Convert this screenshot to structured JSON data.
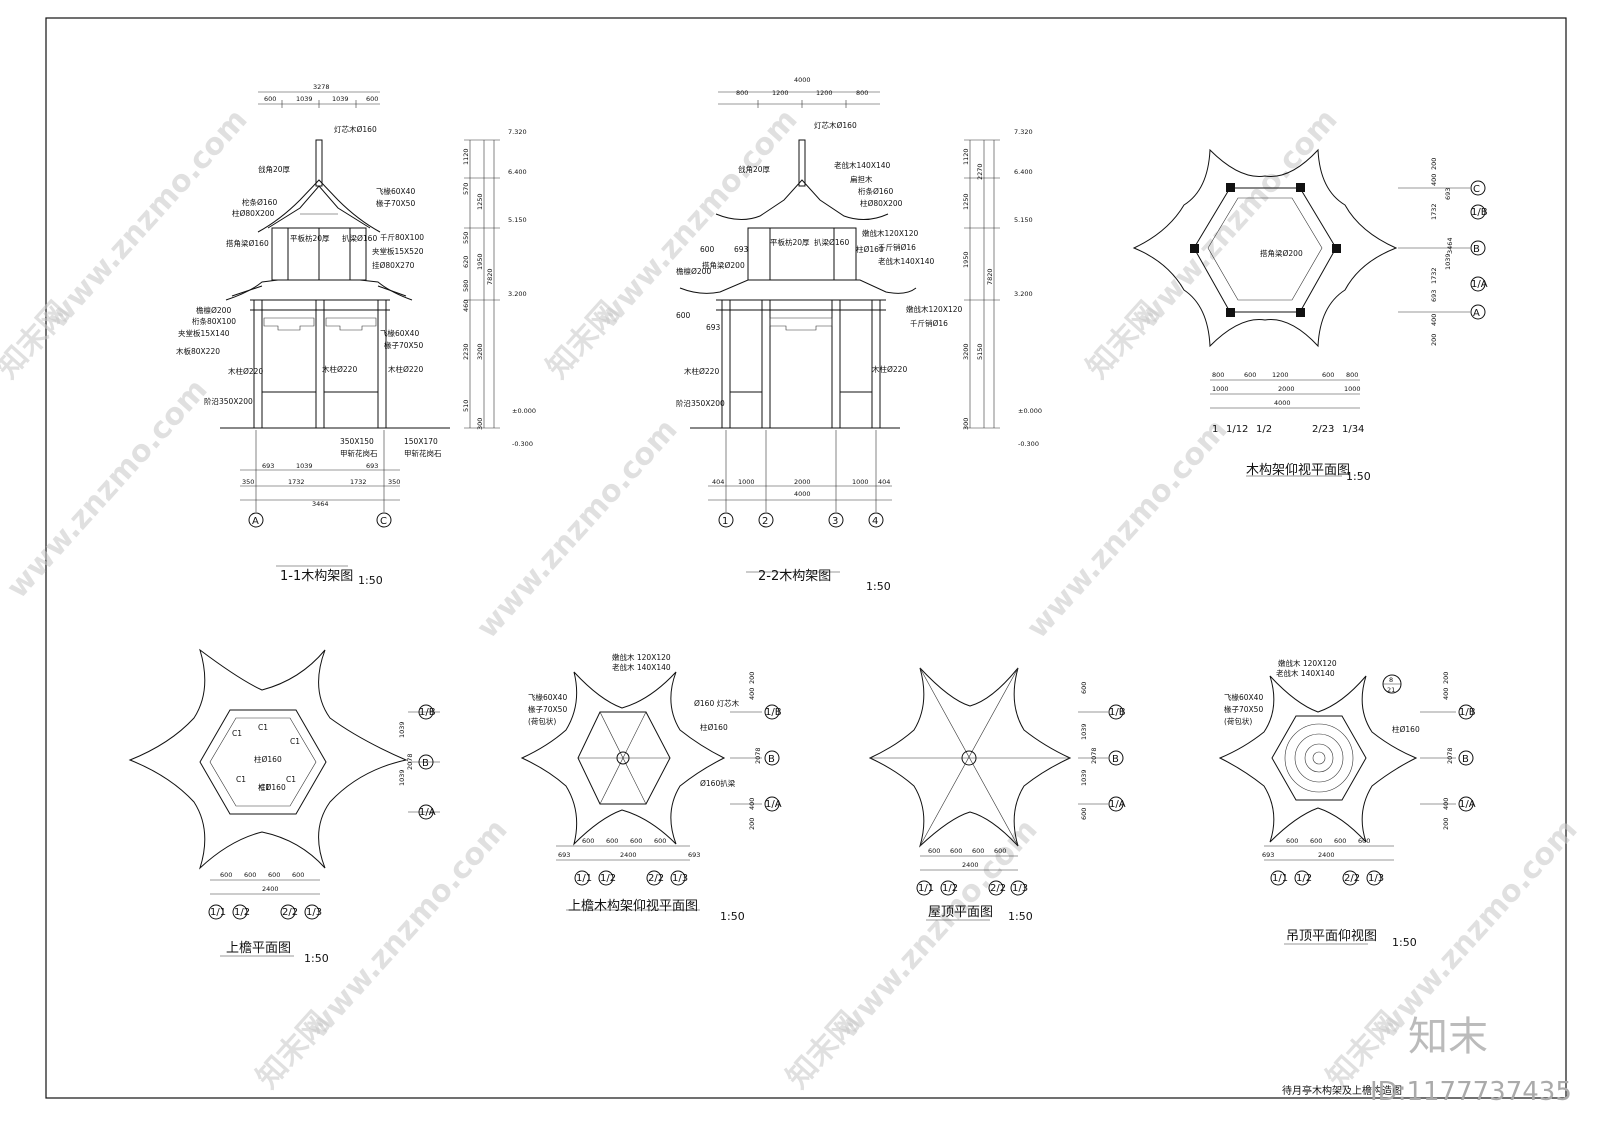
{
  "sheet_title": "待月亭木构架及上檐构造图",
  "watermark": {
    "brand_cn": "知末网",
    "site": "www.znzmo.com",
    "logo": "知末",
    "id": "ID:1177737435"
  },
  "drawings": {
    "s11": {
      "title": "1-1木构架图",
      "scale": "1:50",
      "top_dims": [
        "3278",
        "600",
        "1039",
        "1039",
        "600"
      ],
      "bottom_dims": [
        "693",
        "1039",
        "693",
        "350",
        "1732",
        "1732",
        "350",
        "3464"
      ],
      "right_dims": [
        "1120",
        "570",
        "1250",
        "550",
        "1950",
        "620",
        "580",
        "460",
        "7820",
        "2230",
        "3200",
        "510",
        "300"
      ],
      "levels": [
        "7.320",
        "6.400",
        "5.150",
        "3.200",
        "±0.000",
        "-0.300"
      ],
      "grid": [
        "A",
        "C"
      ],
      "labels": [
        "灯芯木Ø160",
        "戗角20厚",
        "飞椽60X40",
        "椽子70X50",
        "柁条Ø160",
        "柱Ø80X200",
        "平板枋20厚",
        "扒梁Ø160",
        "搭角梁Ø160",
        "千斤80X100",
        "夹堂板15X520",
        "檐檩Ø200",
        "挂Ø80X270",
        "桁条80X100",
        "夹堂板15X140",
        "木板80X220",
        "飞椽60X40",
        "椽子70X50",
        "木柱Ø220",
        "木柱Ø220",
        "木柱Ø220",
        "阶沿350X200",
        "350X150",
        "甲斩花岗石",
        "150X170",
        "甲斩花岗石"
      ]
    },
    "s22": {
      "title": "2-2木构架图",
      "scale": "1:50",
      "top_dims": [
        "4000",
        "800",
        "1200",
        "1200",
        "800"
      ],
      "bottom_dims": [
        "404",
        "1000",
        "2000",
        "1000",
        "404",
        "4000"
      ],
      "right_dims": [
        "1120",
        "2270",
        "1250",
        "1950",
        "7820",
        "5150",
        "3200",
        "300"
      ],
      "levels": [
        "7.320",
        "6.400",
        "5.150",
        "3.200",
        "±0.000",
        "-0.300"
      ],
      "grid": [
        "1",
        "2",
        "3",
        "4"
      ],
      "labels": [
        "灯芯木Ø160",
        "戗角20厚",
        "老戗木140X140",
        "桁条Ø160",
        "扁担木",
        "柱Ø80X200",
        "平板枋20厚",
        "扒梁Ø160",
        "嫩戗木120X120",
        "搭角梁Ø200",
        "柱Ø160",
        "千斤销Ø16",
        "檐檩Ø200",
        "老戗木140X140",
        "嫩戗木120X120",
        "千斤销Ø16",
        "木柱Ø220",
        "木柱Ø220",
        "阶沿350X200",
        "600",
        "693",
        "600",
        "693"
      ]
    },
    "plan_frame": {
      "title": "木构架仰视平面图",
      "scale": "1:50",
      "bottom_dims": [
        "800",
        "600",
        "1200",
        "600",
        "800",
        "1000",
        "2000",
        "1000",
        "4000"
      ],
      "right_dims": [
        "200",
        "400",
        "693",
        "1732",
        "3464",
        "1039",
        "1732",
        "693",
        "400",
        "200"
      ],
      "grid_right": [
        "C",
        "1/B",
        "B",
        "1/A",
        "A"
      ],
      "grid_bottom": [
        "1",
        "1/1",
        "2",
        "1/2",
        "2/2",
        "3",
        "1/3",
        "4"
      ],
      "labels": [
        "搭角梁Ø200"
      ]
    },
    "plan_upper": {
      "title": "上檐平面图",
      "scale": "1:50",
      "bottom_dims": [
        "600",
        "600",
        "600",
        "600",
        "2400"
      ],
      "right_dims": [
        "1039",
        "2078",
        "1039"
      ],
      "grid_right": [
        "1/B",
        "B",
        "1/A"
      ],
      "grid_bottom": [
        "1/1",
        "1/2",
        "2/2",
        "1/3"
      ],
      "labels": [
        "C1",
        "C1",
        "C1",
        "C1",
        "C1",
        "C1",
        "柱Ø160",
        "柱Ø160"
      ]
    },
    "plan_upper_frame": {
      "title": "上檐木构架仰视平面图",
      "scale": "1:50",
      "bottom_dims": [
        "693",
        "600",
        "600",
        "600",
        "600",
        "693",
        "2400"
      ],
      "right_dims": [
        "200",
        "400",
        "2078",
        "400",
        "200"
      ],
      "grid_right": [
        "1/B",
        "B",
        "1/A"
      ],
      "grid_bottom": [
        "1/1",
        "1/2",
        "2/2",
        "1/3"
      ],
      "labels": [
        "嫩戗木 120X120",
        "老戗木 140X140",
        "飞椽60X40",
        "椽子70X50",
        "(荷包状)",
        "Ø160 灯芯木",
        "柱Ø160",
        "Ø160扒梁"
      ]
    },
    "plan_roof": {
      "title": "屋顶平面图",
      "scale": "1:50",
      "bottom_dims": [
        "600",
        "600",
        "600",
        "600",
        "2400"
      ],
      "right_dims": [
        "600",
        "1039",
        "2078",
        "1039",
        "600"
      ],
      "grid_right": [
        "1/B",
        "B",
        "1/A"
      ],
      "grid_bottom": [
        "1/1",
        "1/2",
        "2/2",
        "1/3"
      ]
    },
    "plan_ceiling": {
      "title": "吊顶平面仰视图",
      "scale": "1:50",
      "bottom_dims": [
        "693",
        "600",
        "600",
        "600",
        "600",
        "2400"
      ],
      "right_dims": [
        "200",
        "400",
        "2078",
        "400",
        "200"
      ],
      "grid_right": [
        "1/B",
        "B",
        "1/A"
      ],
      "grid_bottom": [
        "1/1",
        "1/2",
        "2/2",
        "1/3"
      ],
      "detail_mark": [
        "8",
        "21"
      ],
      "labels": [
        "嫩戗木 120X120",
        "老戗木 140X140",
        "飞椽60X40",
        "椽子70X50",
        "(荷包状)",
        "柱Ø160"
      ]
    }
  }
}
